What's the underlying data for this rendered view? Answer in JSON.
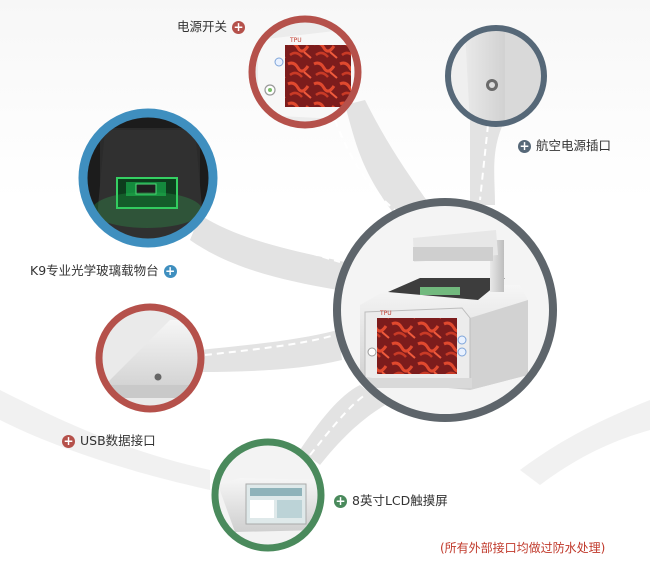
{
  "labels": {
    "power_switch": "电源开关",
    "aviation_socket": "航空电源插口",
    "glass_stage": "K9专业光学玻璃载物台",
    "usb_port": "USB数据接口",
    "lcd_screen": "8英寸LCD触摸屏"
  },
  "note": "(所有外部接口均做过防水处理)",
  "plus_symbol": "+",
  "colors": {
    "red": "#b5514b",
    "blue": "#3f8fbf",
    "slate": "#566878",
    "dark": "#5e656b",
    "green": "#4a8a5c",
    "branch": "#e4e4e4"
  }
}
